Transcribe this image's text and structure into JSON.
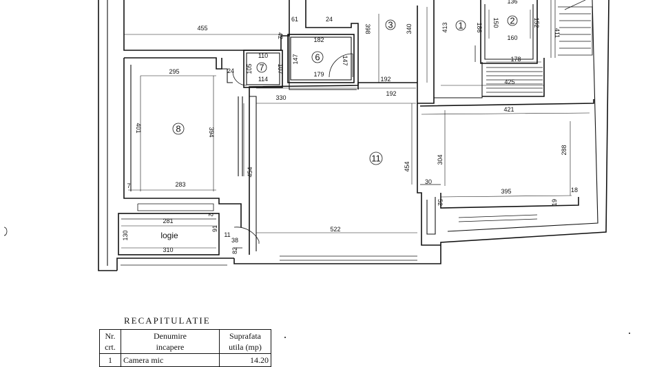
{
  "plan": {
    "rooms": {
      "r1": "1",
      "r2": "2",
      "r3": "3",
      "r6": "6",
      "r7": "7",
      "r8": "8",
      "r11": "11",
      "logie": "logie"
    },
    "dims": {
      "d455": "455",
      "d61": "61",
      "d24a": "24",
      "d398": "398",
      "d340": "340",
      "d413": "413",
      "d186": "186",
      "d136": "136",
      "d150": "150",
      "d152": "152",
      "d160": "160",
      "d411": "411",
      "d42": "42",
      "d182": "182",
      "d147": "147",
      "d147b": "147",
      "d179": "179",
      "d110": "110",
      "d105": "105",
      "d114": "114",
      "d107": "107",
      "d24b": "24",
      "d295": "295",
      "d192a": "192",
      "d192b": "192",
      "d330": "330",
      "d178": "178",
      "d425": "425",
      "d421": "421",
      "d401": "401",
      "d394": "394",
      "d454a": "454",
      "d454b": "454",
      "d304": "304",
      "d288": "288",
      "d7": "7",
      "d283": "283",
      "d30": "30",
      "d395": "395",
      "d18": "18",
      "d52": "52",
      "d19": "19",
      "d281": "281",
      "d2": "2",
      "d91": "91",
      "d522": "522",
      "d130": "130",
      "d310": "310",
      "d11": "11",
      "d38": "38",
      "d82": "82"
    }
  },
  "recap": {
    "title": "RECAPITULATIE",
    "headers": {
      "nr_line1": "Nr.",
      "nr_line2": "crt.",
      "name_line1": "Denumire",
      "name_line2": "incapere",
      "area_line1": "Suprafata",
      "area_line2": "utila (mp)"
    },
    "row1": {
      "nr": "1",
      "name": "Camera mic",
      "area": "14.20"
    }
  }
}
